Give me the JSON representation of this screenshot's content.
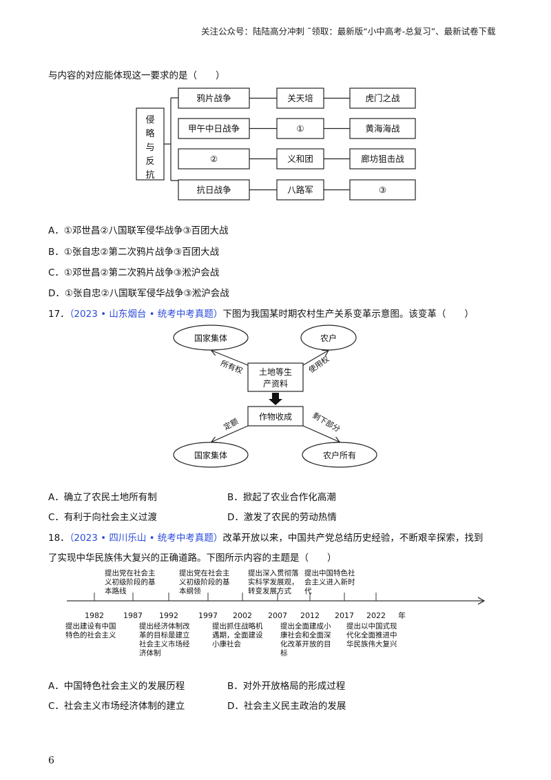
{
  "header": "关注公众号：陆陆高分冲刺  ˜领取：最新版“小中高考-总复习”、最新试卷下载",
  "q16": {
    "stem_tail": "与内容的对应能体现这一要求的是（　　）",
    "diagram": {
      "root": [
        "侵",
        "略",
        "与",
        "反",
        "抗"
      ],
      "rows": [
        [
          "鸦片战争",
          "关天培",
          "虎门之战"
        ],
        [
          "甲午中日战争",
          "①",
          "黄海海战"
        ],
        [
          "②",
          "义和团",
          "廊坊狙击战"
        ],
        [
          "抗日战争",
          "八路军",
          "③"
        ]
      ]
    },
    "options": [
      "A．①邓世昌②八国联军侵华战争③百团大战",
      "B．①张自忠②第二次鸦片战争③百团大战",
      "C．①邓世昌②第二次鸦片战争③淞沪会战",
      "D．①张自忠②八国联军侵华战争③淞沪会战"
    ]
  },
  "q17": {
    "number": "17．",
    "source": "（2023 • 山东烟台 • 统考中考真题）",
    "stem": "下图为我国某时期农村生产关系变革示意图。该变革（　　）",
    "diagram": {
      "top_left": "国家集体",
      "top_right": "农户",
      "center_line1": "土地等生",
      "center_line2": "产资料",
      "label_left": "所有权",
      "label_right": "使用权",
      "harvest": "作物收成",
      "label_bl": "定额",
      "label_br": "剩下部分",
      "bottom_left": "国家集体",
      "bottom_right": "农户所有"
    },
    "options": [
      "A．确立了农民土地所有制",
      "B．掀起了农业合作化高潮",
      "C．有利于向社会主义过渡",
      "D．激发了农民的劳动热情"
    ]
  },
  "q18": {
    "number": "18．",
    "source": "（2023 • 四川乐山 • 统考中考真题）",
    "stem_line1": "改革开放以来，中国共产党总结历史经验，不断艰辛探索，找到",
    "stem_line2": "了实现中华民族伟大复兴的正确道路。下图所示内容的主题是（　　）",
    "timeline": {
      "years": [
        "1982",
        "1987",
        "1992",
        "1997",
        "2002",
        "2007",
        "2012",
        "2017",
        "2022"
      ],
      "unit": "年",
      "events_above": [
        [
          "提出党在社会主",
          "义初级阶段的基",
          "本路线"
        ],
        [
          "提出党在社会主",
          "义初级阶段的基",
          "本纲领"
        ],
        [
          "提出深入贯彻落",
          "实科学发展观，",
          "转变发展方式"
        ],
        [
          "提出中国特色社",
          "会主义进入新时",
          "代"
        ]
      ],
      "events_below": [
        [
          "提出建设有中国",
          "特色的社会主义"
        ],
        [
          "提出经济体制改",
          "革的目标是建立",
          "社会主义市场经",
          "济体制"
        ],
        [
          "提出抓住战略机",
          "遇期，全面建设",
          "小康社会"
        ],
        [
          "提出全面建成小",
          "康社会和全面深",
          "化改革开放的目",
          "标"
        ],
        [
          "提出以中国式现",
          "代化全面推进中",
          "华民族伟大复兴"
        ]
      ]
    },
    "options": [
      "A．中国特色社会主义的发展历程",
      "B．对外开放格局的形成过程",
      "C．社会主义市场经济体制的建立",
      "D．社会主义民主政治的发展"
    ]
  },
  "page_number": "6",
  "colors": {
    "source_link": "#2b4bd8"
  }
}
